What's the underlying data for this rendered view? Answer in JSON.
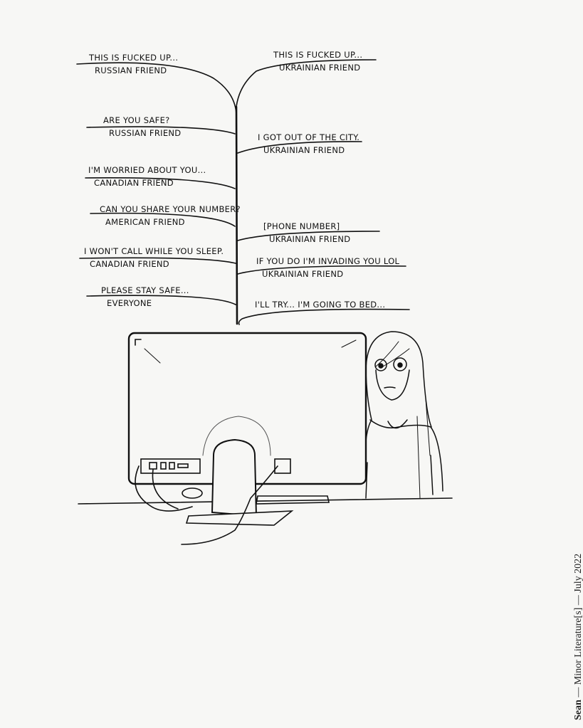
{
  "messages_left": [
    {
      "text": "This is fucked up...",
      "sender": "Russian friend"
    },
    {
      "text": "Are you safe?",
      "sender": "Russian friend"
    },
    {
      "text": "I'm worried about you...",
      "sender": "Canadian friend"
    },
    {
      "text": "Can you share your number?",
      "sender": "American friend"
    },
    {
      "text": "I won't call while you sleep.",
      "sender": "Canadian friend"
    },
    {
      "text": "Please stay safe...",
      "sender": "Everyone"
    }
  ],
  "messages_right": [
    {
      "text": "This is fucked up...",
      "sender": "Ukrainian friend"
    },
    {
      "text": "I got out of the city.",
      "sender": "Ukrainian friend"
    },
    {
      "text": "[Phone number]",
      "sender": "Ukrainian friend"
    },
    {
      "text": "If you do I'm invading you lol",
      "sender": "Ukrainian friend"
    },
    {
      "text": "I'll try... I'm going to bed..."
    }
  ],
  "caption": {
    "author": "Sean",
    "publication": "Minor Literature[s]",
    "date": "July 2022"
  }
}
